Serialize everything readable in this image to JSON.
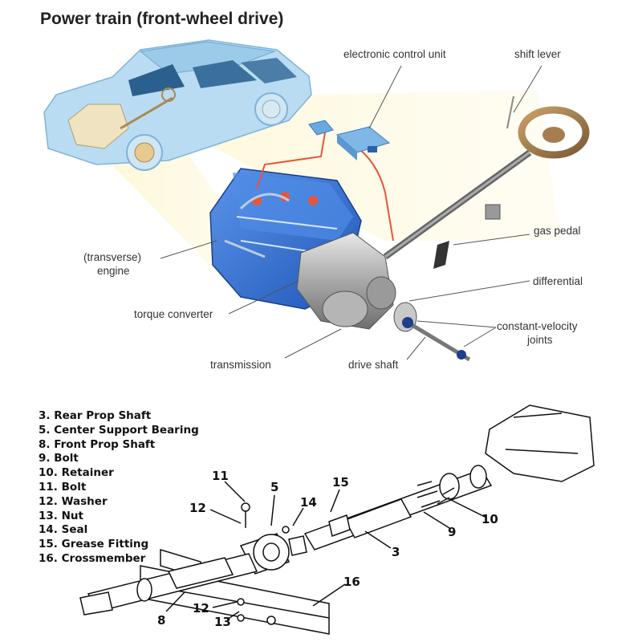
{
  "title": "Power train (front-wheel drive)",
  "top_labels": {
    "ecu": "electronic control unit",
    "shift_lever": "shift lever",
    "gas_pedal": "gas pedal",
    "engine_1": "(transverse)",
    "engine_2": "engine",
    "differential": "differential",
    "torque_converter": "torque converter",
    "cv_1": "constant-velocity",
    "cv_2": "joints",
    "transmission": "transmission",
    "drive_shaft": "drive shaft"
  },
  "legend": [
    {
      "num": "3.",
      "label": "Rear Prop Shaft"
    },
    {
      "num": "5.",
      "label": "Center Support Bearing"
    },
    {
      "num": "8.",
      "label": "Front Prop Shaft"
    },
    {
      "num": "9.",
      "label": "Bolt"
    },
    {
      "num": "10.",
      "label": "Retainer"
    },
    {
      "num": "11.",
      "label": "Bolt"
    },
    {
      "num": "12.",
      "label": "Washer"
    },
    {
      "num": "13.",
      "label": "Nut"
    },
    {
      "num": "14.",
      "label": "Seal"
    },
    {
      "num": "15.",
      "label": "Grease Fitting"
    },
    {
      "num": "16.",
      "label": "Crossmember"
    }
  ],
  "callouts": {
    "n11": "11",
    "n5": "5",
    "n15": "15",
    "n12a": "12",
    "n14": "14",
    "n10": "10",
    "n9": "9",
    "n3": "3",
    "n16": "16",
    "n12b": "12",
    "n8": "8",
    "n13": "13"
  },
  "colors": {
    "engine_blue": "#2f6fd6",
    "car_blue": "#a9d3ef",
    "wire_orange": "#e8553a",
    "steering_tan": "#b08a58",
    "beam_yellow": "#fbf3c8"
  }
}
